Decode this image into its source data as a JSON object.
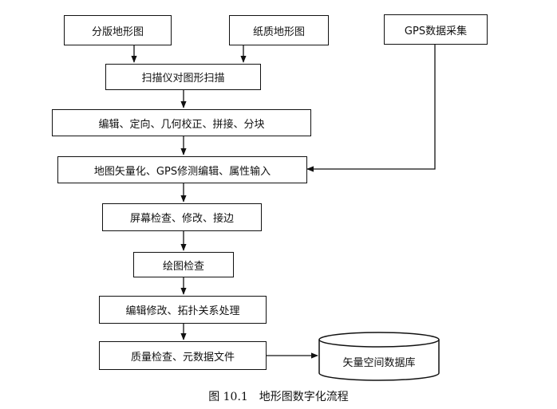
{
  "diagram": {
    "inputs": {
      "sheet_map": "分版地形图",
      "paper_map": "纸质地形图",
      "gps": "GPS数据采集"
    },
    "steps": [
      "扫描仪对图形扫描",
      "编辑、定向、几何校正、拼接、分块",
      "地图矢量化、GPS修测编辑、属性输入",
      "屏幕检查、修改、接边",
      "绘图检查",
      "编辑修改、拓扑关系处理",
      "质量检查、元数据文件"
    ],
    "database": "矢量空间数据库"
  },
  "caption": "图 10.1　地形图数字化流程",
  "colors": {
    "line": "#111111",
    "background": "#ffffff"
  }
}
